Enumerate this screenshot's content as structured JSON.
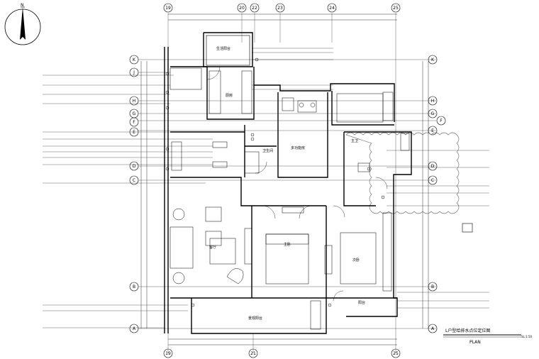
{
  "axes": {
    "top": [
      "19",
      "20",
      "22",
      "23",
      "24",
      "25"
    ],
    "bottom": [
      "19",
      "21",
      "25"
    ],
    "left": [
      "K",
      "J",
      "H",
      "G",
      "F",
      "E",
      "D",
      "C",
      "B",
      "A"
    ],
    "right": [
      "K",
      "H",
      "G",
      "F",
      "E",
      "D",
      "C",
      "B",
      "A"
    ]
  },
  "rooms": {
    "kitchen": "厨房",
    "living": "客厅",
    "master_bedroom": "主卧",
    "bedroom": "次卧",
    "multi_room": "多功能房",
    "balcony": "阳台",
    "service_balcony": "生活阳台",
    "living_balcony": "景观阳台",
    "bath": "卫生间",
    "master_bath": "主卫"
  },
  "plan_title": "L户型给排水点位定位图",
  "plan_label": "PLAN",
  "scale": "SL:1:50",
  "icons": {
    "north": "north-arrow-icon"
  },
  "colors": {
    "line": "#000000",
    "landscape": "#666666"
  }
}
